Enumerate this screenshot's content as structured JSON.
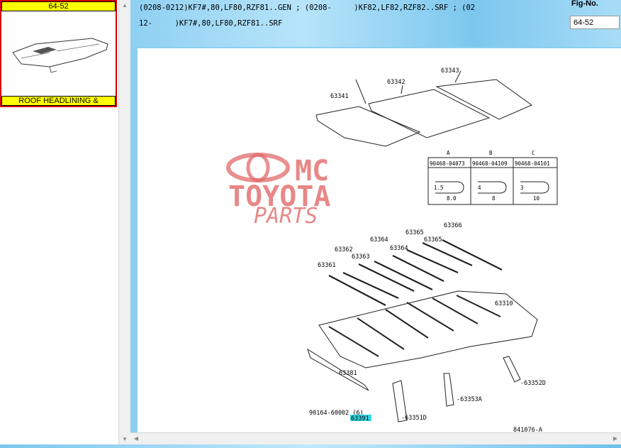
{
  "thumbnail": {
    "code": "64-52",
    "title": "ROOF HEADLINING &"
  },
  "header": {
    "model_line1": "(0208-0212)KF7#,80,LF80,RZF81..GEN ; (0208-     )KF82,LF82,RZF82..SRF ; (02",
    "model_line2": "12-     )KF7#,80,LF80,RZF81..SRF",
    "fig_label": "Fig-No.",
    "fig_value": "64-52"
  },
  "watermark": {
    "line1": "MC",
    "line2": "TOYOTA",
    "line3": "PARTS"
  },
  "diagram": {
    "parts": {
      "p63341": "63341",
      "p63342": "63342",
      "p63343": "63343",
      "p63361": "63361",
      "p63362": "63362",
      "p63363": "63363",
      "p63364a": "63364",
      "p63364b": "63364",
      "p63365a": "63365",
      "p63365b": "63365",
      "p63366": "63366",
      "p63310": "63310",
      "p63381": "63381",
      "p90164": "90164-60002 (6)",
      "p63391": "63391",
      "p63351d": "-63351D",
      "p63353a": "-63353A",
      "p63352d": "-63352D"
    },
    "clips": [
      {
        "symbol": "A",
        "part": "90468-04073",
        "dims": [
          "1.5",
          "8.0"
        ]
      },
      {
        "symbol": "B",
        "part": "90468-04109",
        "dims": [
          "4",
          "8"
        ]
      },
      {
        "symbol": "C",
        "part": "90468-04101",
        "dims": [
          "3",
          "10"
        ]
      }
    ],
    "figure_number": "841076-A"
  },
  "colors": {
    "thumb_bar": "#ffff00",
    "thumb_border": "#d40000",
    "header_bg": "#8fd0f2",
    "highlight": "#33d6e6"
  }
}
